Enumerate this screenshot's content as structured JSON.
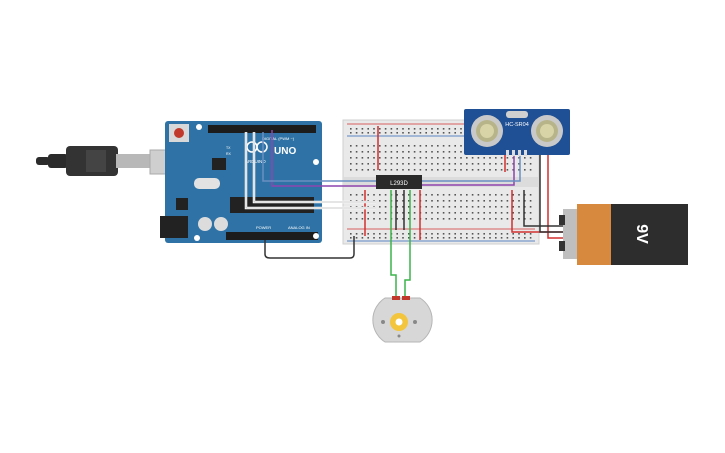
{
  "arduino": {
    "model": "UNO",
    "brand": "ARDUINO",
    "digital_header": "DIGITAL (PWM ~)",
    "power_header": "POWER",
    "analog_header": "ANALOG IN",
    "tx_label": "TX",
    "rx_label": "RX"
  },
  "chip": {
    "label": "L293D"
  },
  "sensor": {
    "label": "HC-SR04"
  },
  "battery": {
    "label": "9V"
  },
  "colors": {
    "arduino_board": "#2f73a6",
    "breadboard": "#e9e9e9",
    "wire_red": "#d32f2f",
    "wire_green": "#3cb34a",
    "wire_black": "#333333",
    "wire_purple": "#8e44ad",
    "wire_blue": "#6a8fc2",
    "battery_orange": "#d7893e",
    "sensor_blue": "#1f4f94"
  }
}
